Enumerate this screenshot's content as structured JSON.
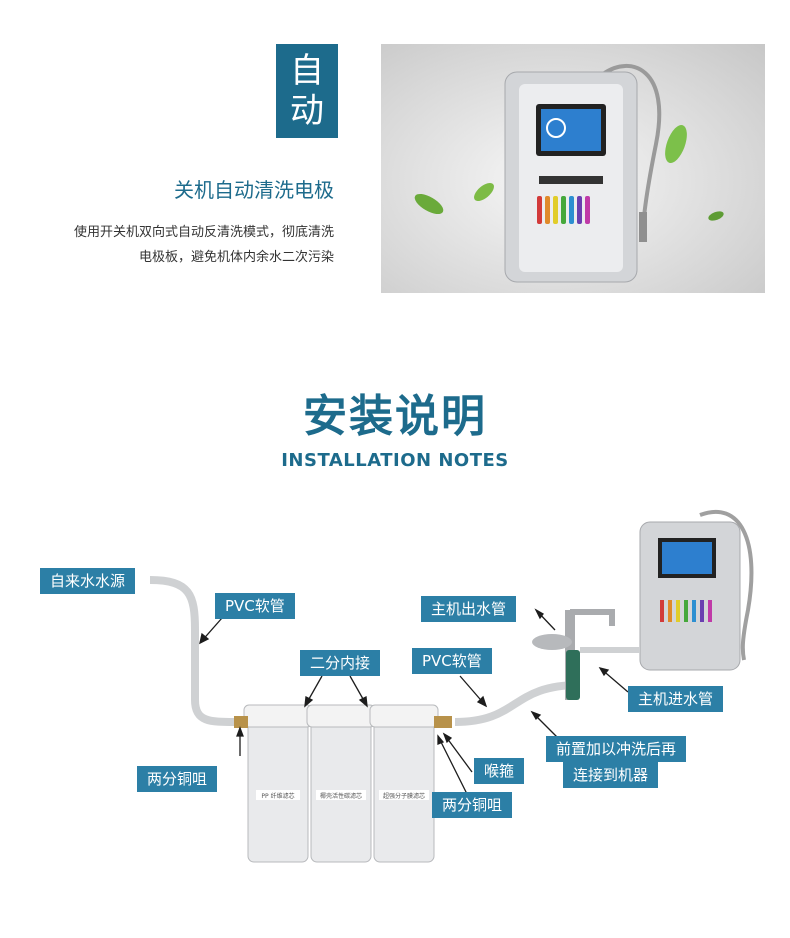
{
  "feature": {
    "badge_line1": "自",
    "badge_line2": "动",
    "title": "关机自动清洗电极",
    "desc_line1": "使用开关机双向式自动反清洗模式，彻底清洗",
    "desc_line2": "电极板，避免机体内余水二次污染"
  },
  "section": {
    "title": "安装说明",
    "subtitle": "INSTALLATION NOTES"
  },
  "diagram": {
    "labels": {
      "tap_water": "自来水水源",
      "pvc_hose_left": "PVC软管",
      "inner_joint": "二分内接",
      "pvc_hose_right": "PVC软管",
      "main_outlet": "主机出水管",
      "main_inlet": "主机进水管",
      "copper_nozzle_left": "两分铜咀",
      "hose_clamp": "喉箍",
      "copper_nozzle_right": "两分铜咀",
      "flush_line1": "前置加以冲洗后再",
      "flush_line2": "连接到机器"
    },
    "cartridges": [
      "PP 纤维滤芯",
      "椰壳活性碳滤芯",
      "超强分子膜滤芯"
    ]
  },
  "colors": {
    "accent": "#1d6b8c",
    "label_bg": "#2c7fa6"
  }
}
